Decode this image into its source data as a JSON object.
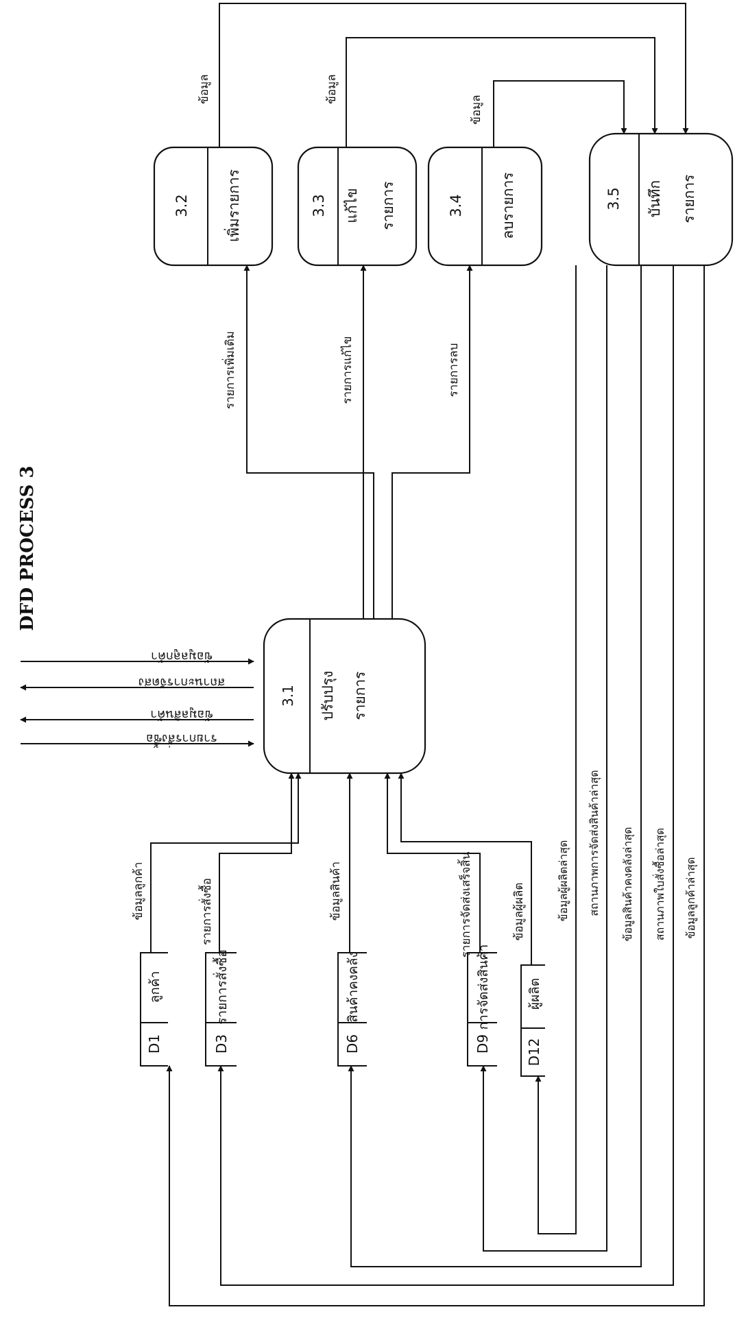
{
  "title": "DFD PROCESS 3",
  "processes": {
    "p31": {
      "id": "3.1",
      "name1": "ปรับปรุง",
      "name2": "รายการ"
    },
    "p32": {
      "id": "3.2",
      "name1": "เพิ่มรายการ"
    },
    "p33": {
      "id": "3.3",
      "name1": "แก้ไข",
      "name2": "รายการ"
    },
    "p34": {
      "id": "3.4",
      "name1": "ลบรายการ"
    },
    "p35": {
      "id": "3.5",
      "name1": "บันทึก",
      "name2": "รายการ"
    }
  },
  "stores": {
    "d1": {
      "id": "D1",
      "name": "ลูกค้า"
    },
    "d3": {
      "id": "D3",
      "name": "รายการสั่งซื้อ"
    },
    "d6": {
      "id": "D6",
      "name": "สินค้าคงคลัง"
    },
    "d9": {
      "id": "D9",
      "name": "การจัดส่งสินค้า"
    },
    "d12": {
      "id": "D12",
      "name": "ผู้ผลิต"
    }
  },
  "flows": {
    "f_cust": "ข้อมูลลูกค้า",
    "f_order": "รายการสั่งซื้อ",
    "f_product": "ข้อมูลสินค้า",
    "f_delivery": "รายการจัดส่งเสร็จสิ้น",
    "f_maker": "ข้อมูลผู้ผลิต",
    "f_add": "รายการเพิ่มเติม",
    "f_edit": "รายการแก้ไข",
    "f_del": "รายการลบ",
    "f_data1": "ข้อมูล",
    "f_data2": "ข้อมูล",
    "f_data3": "ข้อมูล",
    "ext_1": "รายการสั่งซื้อ",
    "ext_2": "ข้อมูลสินค้า",
    "ext_3": "สถานะการจัดส่ง",
    "ext_4": "ข้อมูลลูกค้า",
    "r_maker": "ข้อมูลผู้ผลิตล่าสุด",
    "r_delivery": "สถานภาพการจัดส่งสินค้าล่าสุด",
    "r_stock": "ข้อมูลสินค้าคงคลังล่าสุด",
    "r_order": "สถานภาพใบสั่งซื้อล่าสุด",
    "r_cust": "ข้อมูลลูกค้าล่าสุด"
  }
}
